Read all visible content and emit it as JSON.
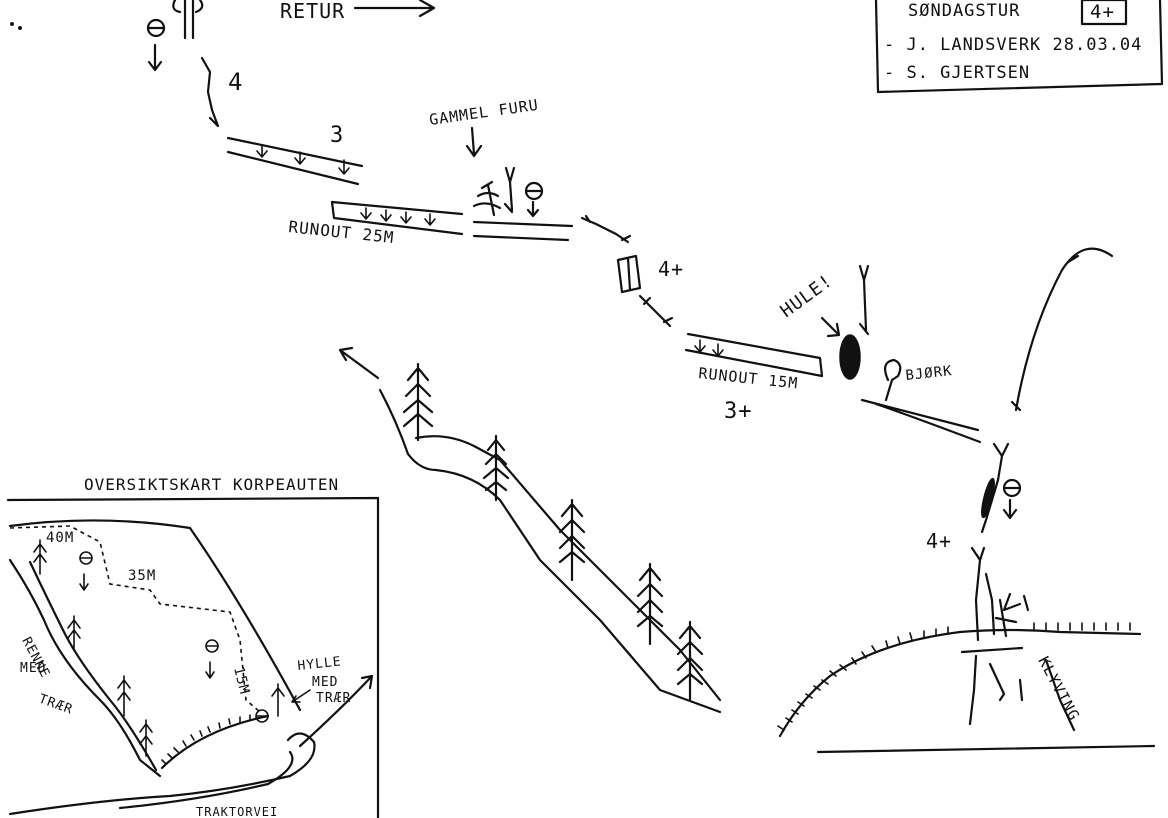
{
  "header": {
    "retur": "RETUR",
    "title": "SØNDAGSTUR",
    "grade_box": "4+",
    "author1": "- J. LANDSVERK 28.03.04",
    "author2": "- S. GJERTSEN"
  },
  "topo": {
    "grade_top": "4",
    "grade_3": "3",
    "gammel_furu": "GAMMEL FURU",
    "runout25": "RUNOUT 25M",
    "grade_4plus_mid": "4+",
    "hule": "HULE!",
    "bjork": "BJØRK",
    "runout15": "RUNOUT 15M",
    "grade_3plus": "3+",
    "grade_4plus_right": "4+",
    "klyving": "KLYVING"
  },
  "overview": {
    "title": "OVERSIKTSKART KORPEAUTEN",
    "m40": "40M",
    "m35": "35M",
    "m15": "15M",
    "renne1": "RENNE",
    "renne2": "MED",
    "renne3": "TRÆR",
    "hylle1": "HYLLE",
    "hylle2": "MED",
    "hylle3": "TRÆR",
    "road": "TRAKTORVEI"
  }
}
